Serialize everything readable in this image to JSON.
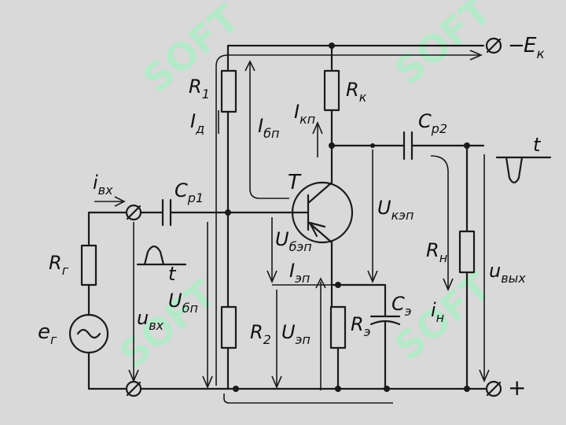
{
  "diagram": {
    "watermark": "SOFT",
    "terminals": {
      "supply_minus": "−",
      "supply_plus": "+"
    },
    "labels": {
      "Ek": "E",
      "Ek_sub": "к",
      "R1": "R",
      "R1_sub": "1",
      "Rk": "R",
      "Rk_sub": "к",
      "Id": "I",
      "Id_sub": "д",
      "Ibp": "I",
      "Ibp_sub": "бп",
      "Ikp": "I",
      "Ikp_sub": "кп",
      "Cp2": "C",
      "Cp2_sub": "р2",
      "t_out": "t",
      "T": "T",
      "ivx": "i",
      "ivx_sub": "вх",
      "Cp1": "C",
      "Cp1_sub": "р1",
      "Ukep": "U",
      "Ukep_sub": "кэп",
      "Ubep": "U",
      "Ubep_sub": "бэп",
      "Iep": "I",
      "Iep_sub": "эп",
      "Rg": "R",
      "Rg_sub": "г",
      "t_in": "t",
      "Ubp": "U",
      "Ubp_sub": "бп",
      "Rn": "R",
      "Rn_sub": "н",
      "uvyx": "u",
      "uvyx_sub": "вых",
      "Ce": "C",
      "Ce_sub": "э",
      "in": "i",
      "in_sub": "н",
      "eg": "e",
      "eg_sub": "г",
      "uvx": "u",
      "uvx_sub": "вх",
      "R2": "R",
      "R2_sub": "2",
      "Uep": "U",
      "Uep_sub": "эп",
      "Re": "R",
      "Re_sub": "э"
    }
  }
}
